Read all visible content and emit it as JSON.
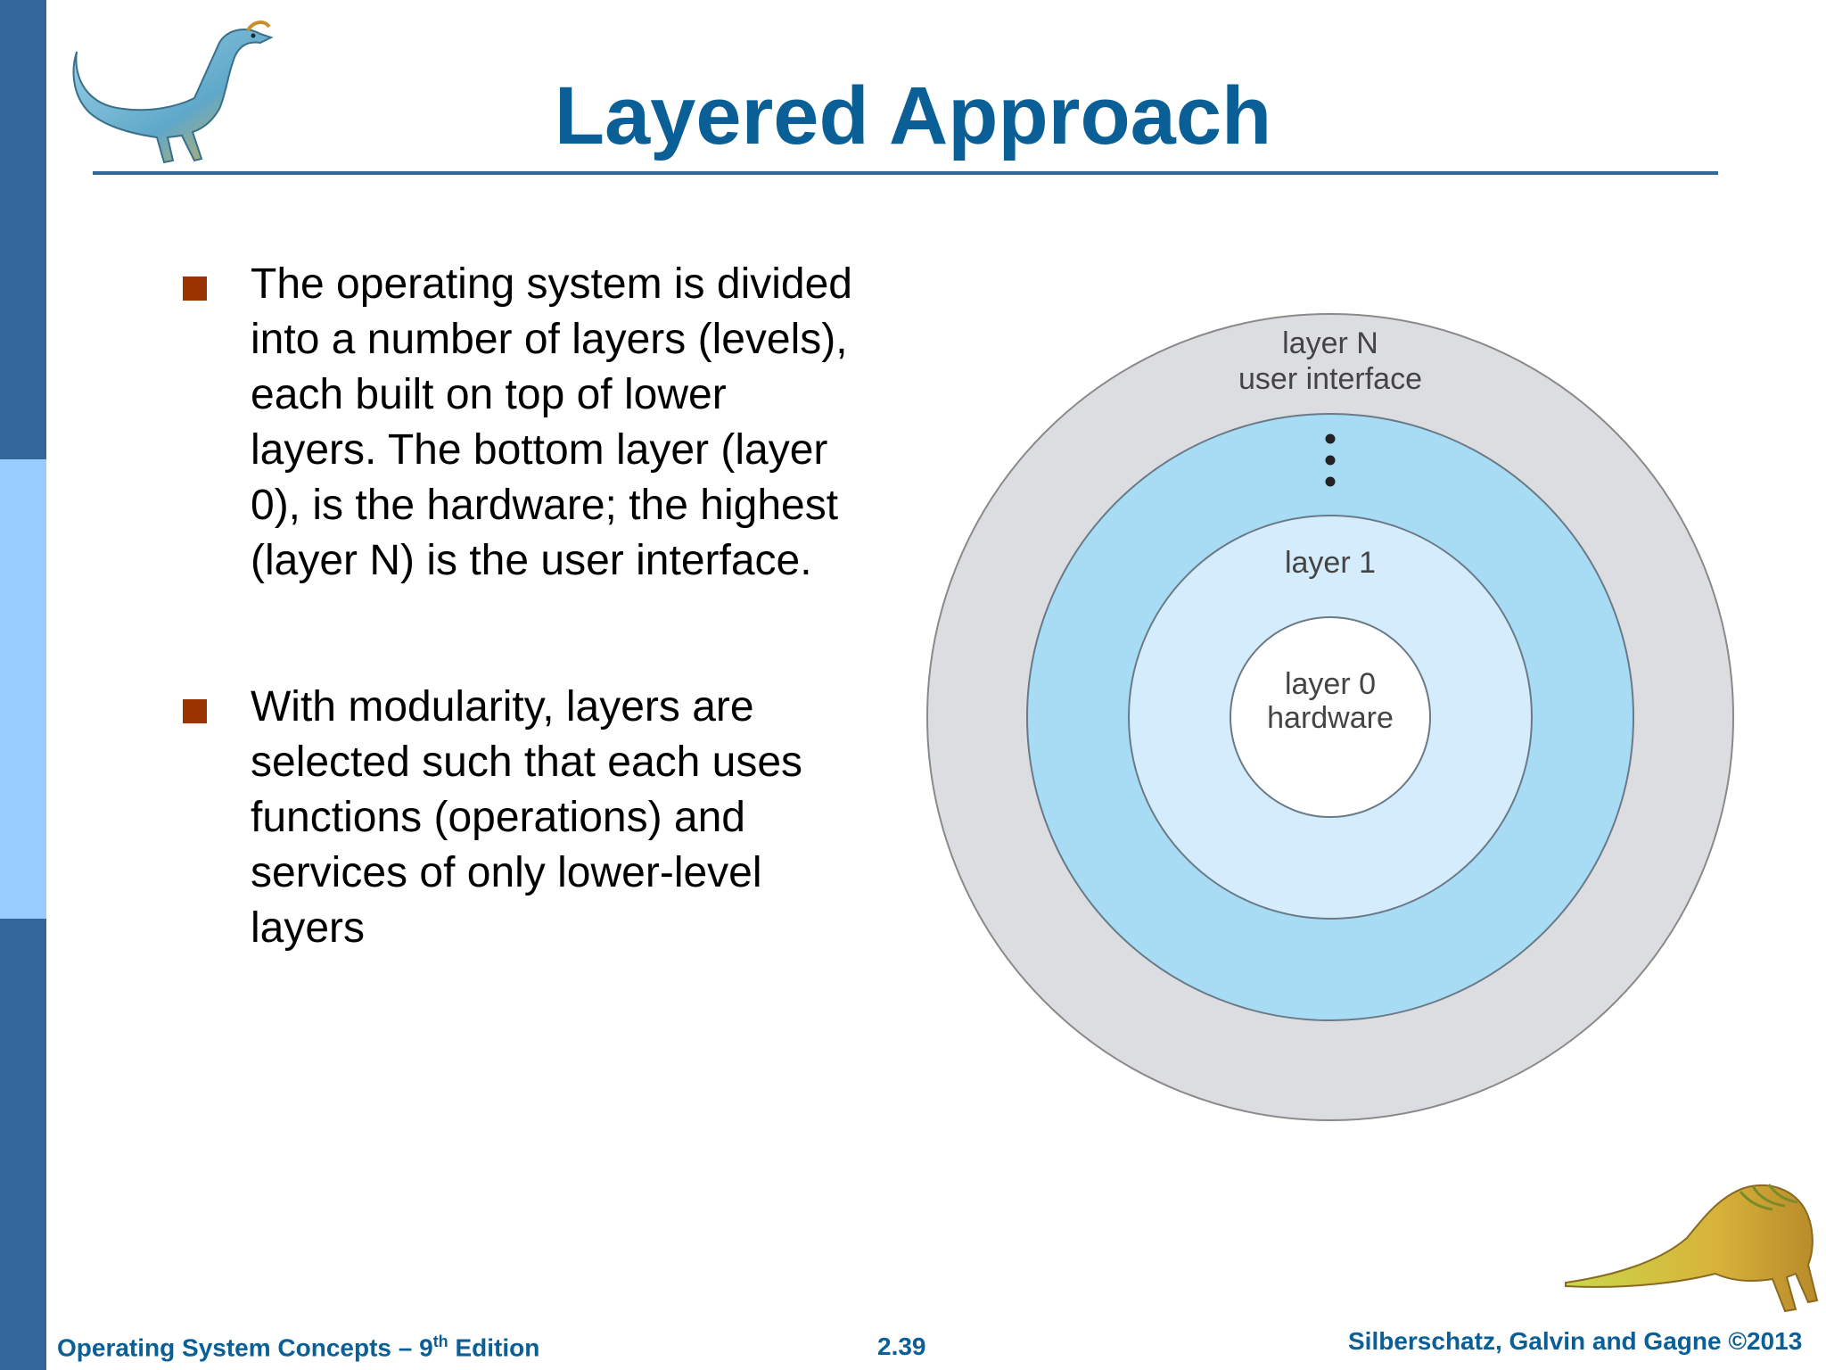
{
  "slide": {
    "title": "Layered Approach",
    "bullets": [
      {
        "text": "The operating system is divided into a number of layers (levels), each built on top of lower layers. The bottom layer (layer 0), is the hardware; the highest (layer N) is the user interface."
      },
      {
        "text": "With modularity, layers are selected such that each uses functions (operations) and services of only lower-level layers"
      }
    ]
  },
  "diagram": {
    "layer_n_label": "layer N",
    "layer_n_sub": "user interface",
    "layer_1_label": "layer 1",
    "layer_0_label": "layer 0",
    "layer_0_sub": "hardware",
    "colors": {
      "outer": "#dcdde0",
      "middle": "#a8dcf5",
      "inner": "#d4ecfb",
      "core": "#ffffff"
    }
  },
  "footer": {
    "left_prefix": "Operating System Concepts – 9",
    "left_sup": "th",
    "left_suffix": " Edition",
    "page_number": "2.39",
    "right": "Silberschatz, Galvin and Gagne ©2013"
  },
  "colors": {
    "title": "#0a5f96",
    "sidebar_dark": "#336699",
    "sidebar_light": "#99ccff",
    "bullet": "#993300"
  }
}
